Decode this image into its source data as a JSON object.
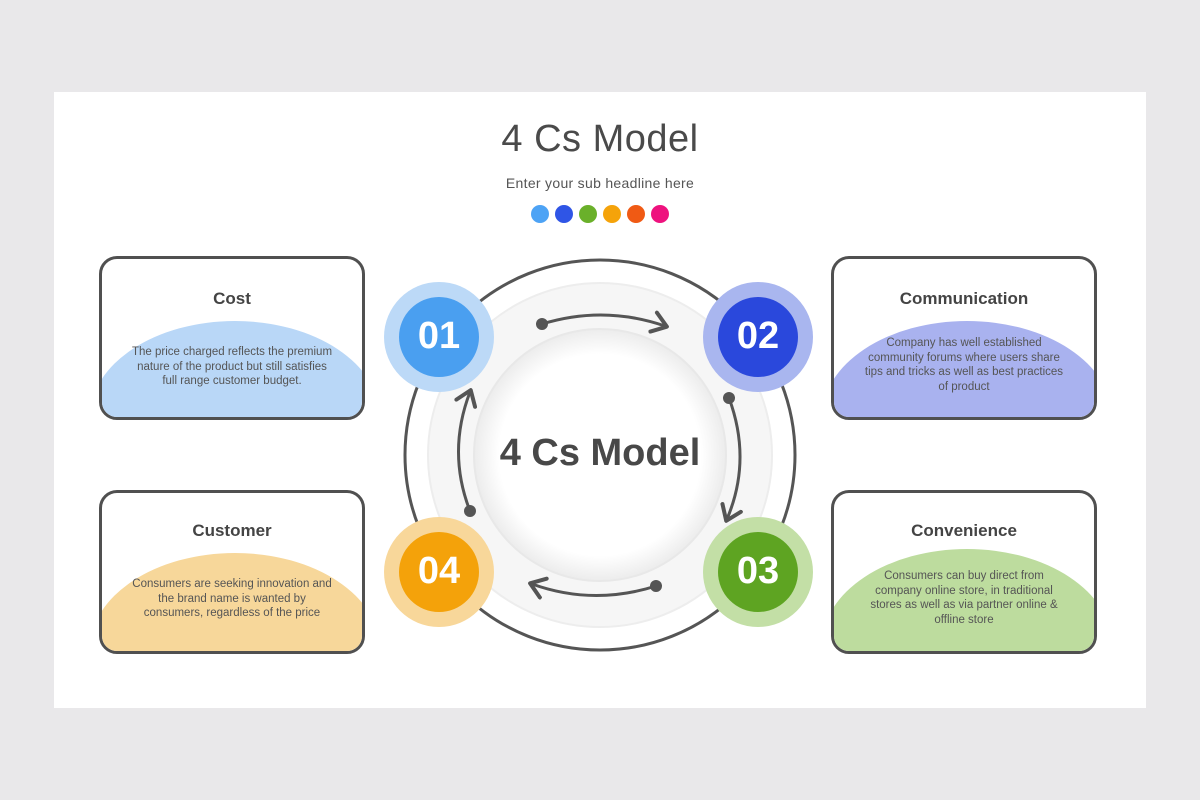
{
  "header": {
    "title": "4 Cs Model",
    "subtitle": "Enter your sub headline here",
    "dot_colors": [
      "#4da3f5",
      "#2f55e6",
      "#6ab02a",
      "#f5a30a",
      "#f05a14",
      "#ee127e"
    ]
  },
  "center": {
    "label": "4 Cs Model"
  },
  "steps": [
    {
      "number": "01",
      "title": "Cost",
      "color": "#4a9ff0",
      "ring": "#bcd9f7",
      "tint": "#b9d7f7",
      "lines": [
        "The price charged reflects the premium",
        "nature of the product but still satisfies",
        "full range customer budget."
      ]
    },
    {
      "number": "02",
      "title": "Communication",
      "color": "#2a48dc",
      "ring": "#a9b6ef",
      "tint": "#a9b2ef",
      "lines": [
        "Company has well established",
        "community forums where users share",
        "tips and tricks as well as best practices",
        "of product"
      ]
    },
    {
      "number": "03",
      "title": "Convenience",
      "color": "#5ea422",
      "ring": "#c3dfa6",
      "tint": "#bddc9e",
      "lines": [
        "Consumers can buy direct from",
        "company online store, in traditional",
        "stores as well as via partner online &",
        "offline store"
      ]
    },
    {
      "number": "04",
      "title": "Customer",
      "color": "#f4a20a",
      "ring": "#f8d79a",
      "tint": "#f7d79a",
      "lines": [
        "Consumers are seeking innovation and",
        "the brand name is wanted by",
        "consumers, regardless of the price"
      ]
    }
  ]
}
